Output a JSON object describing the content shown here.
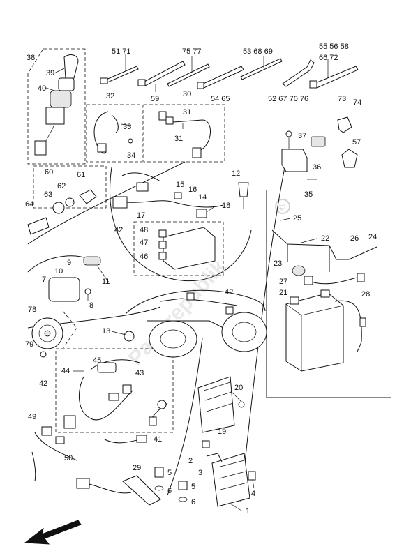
{
  "diagram": {
    "callouts": {
      "n1": "1",
      "n2": "2",
      "n3": "3",
      "n4": "4",
      "n5a": "5",
      "n5b": "5",
      "n6a": "6",
      "n6b": "6",
      "n7": "7",
      "n8": "8",
      "n9": "9",
      "n10": "10",
      "n11": "11",
      "n12": "12",
      "n13": "13",
      "n14": "14",
      "n15": "15",
      "n16": "16",
      "n17": "17",
      "n18": "18",
      "n19": "19",
      "n20": "20",
      "n21": "21",
      "n22": "22",
      "n23": "23",
      "n24": "24",
      "n25": "25",
      "n26": "26",
      "n27": "27",
      "n28": "28",
      "n29": "29",
      "n30": "30",
      "n31a": "31",
      "n31b": "31",
      "n32": "32",
      "n33": "33",
      "n34": "34",
      "n35": "35",
      "n36": "36",
      "n37": "37",
      "n38": "38",
      "n39": "39",
      "n40": "40",
      "n41": "41",
      "n42a": "42",
      "n42b": "42",
      "n42c": "42",
      "n43": "43",
      "n44": "44",
      "n45": "45",
      "n46": "46",
      "n47": "47",
      "n48": "48",
      "n49": "49",
      "n50": "50",
      "n51_71": "51 71",
      "n52_67_70_76": "52  67 70 76",
      "n53_68_69": "53 68 69",
      "n54_65": "54 65",
      "n55_56_58": "55  56  58",
      "n57": "57",
      "n59": "59",
      "n60": "60",
      "n61": "61",
      "n62": "62",
      "n63": "63",
      "n64": "64",
      "n66_72": "66 72",
      "n73": "73",
      "n74": "74",
      "n75_77": "75  77",
      "n78": "78",
      "n79": "79"
    },
    "watermark": "Partsrepublik",
    "copyright_symbol": "©",
    "front_arrow": "front-direction-arrow"
  }
}
